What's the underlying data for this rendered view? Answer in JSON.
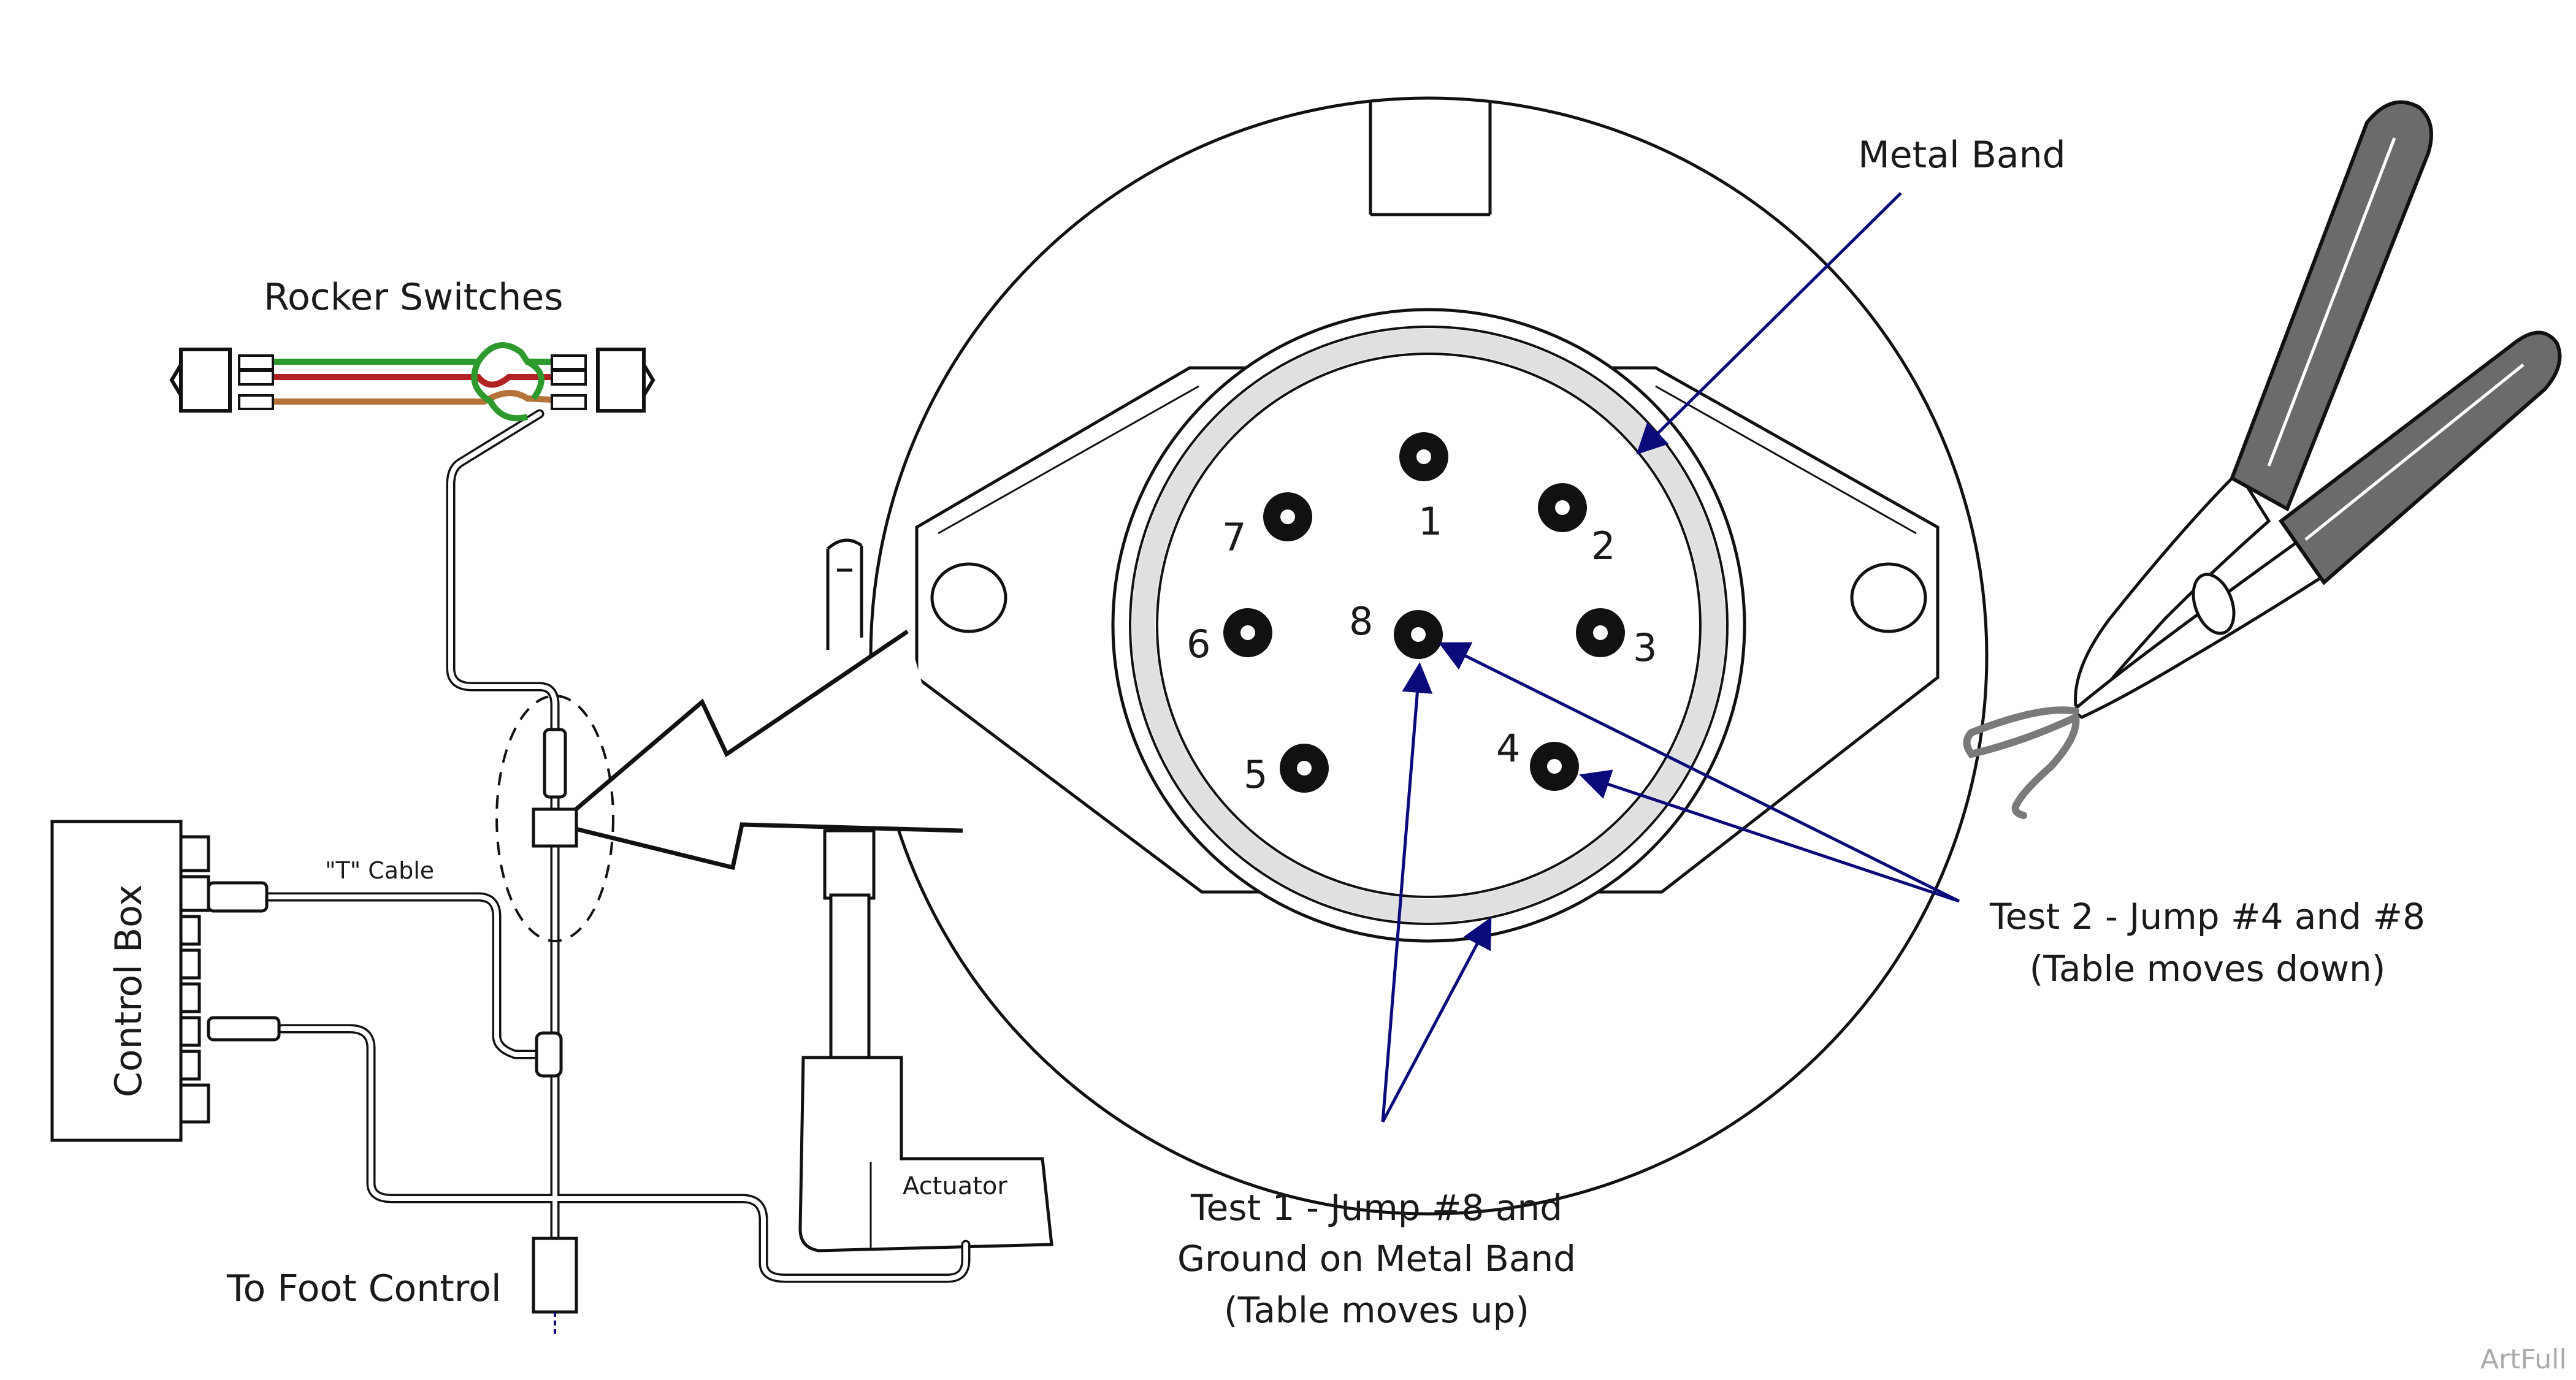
{
  "labels": {
    "rocker_switches": "Rocker Switches",
    "control_box": "Control Box",
    "t_cable": "\"T\" Cable",
    "to_foot_control": "To Foot Control",
    "actuator": "Actuator",
    "metal_band": "Metal Band",
    "test1_line1": "Test 1 - Jump #8 and",
    "test1_line2": "Ground on Metal Band",
    "test1_line3": "(Table moves up)",
    "test2_line1": "Test 2 - Jump #4 and #8",
    "test2_line2": "(Table moves down)",
    "watermark": "ArtFull"
  },
  "pins": [
    {
      "label": "1"
    },
    {
      "label": "2"
    },
    {
      "label": "3"
    },
    {
      "label": "4"
    },
    {
      "label": "5"
    },
    {
      "label": "6"
    },
    {
      "label": "7"
    },
    {
      "label": "8"
    }
  ],
  "colors": {
    "wire_green": "#2e9a2e",
    "wire_red": "#b22222",
    "wire_brown": "#b5733a",
    "arrow_blue": "#0a0a7a",
    "plier_grip": "#6b6b6b",
    "band": "#e0e0e0"
  }
}
